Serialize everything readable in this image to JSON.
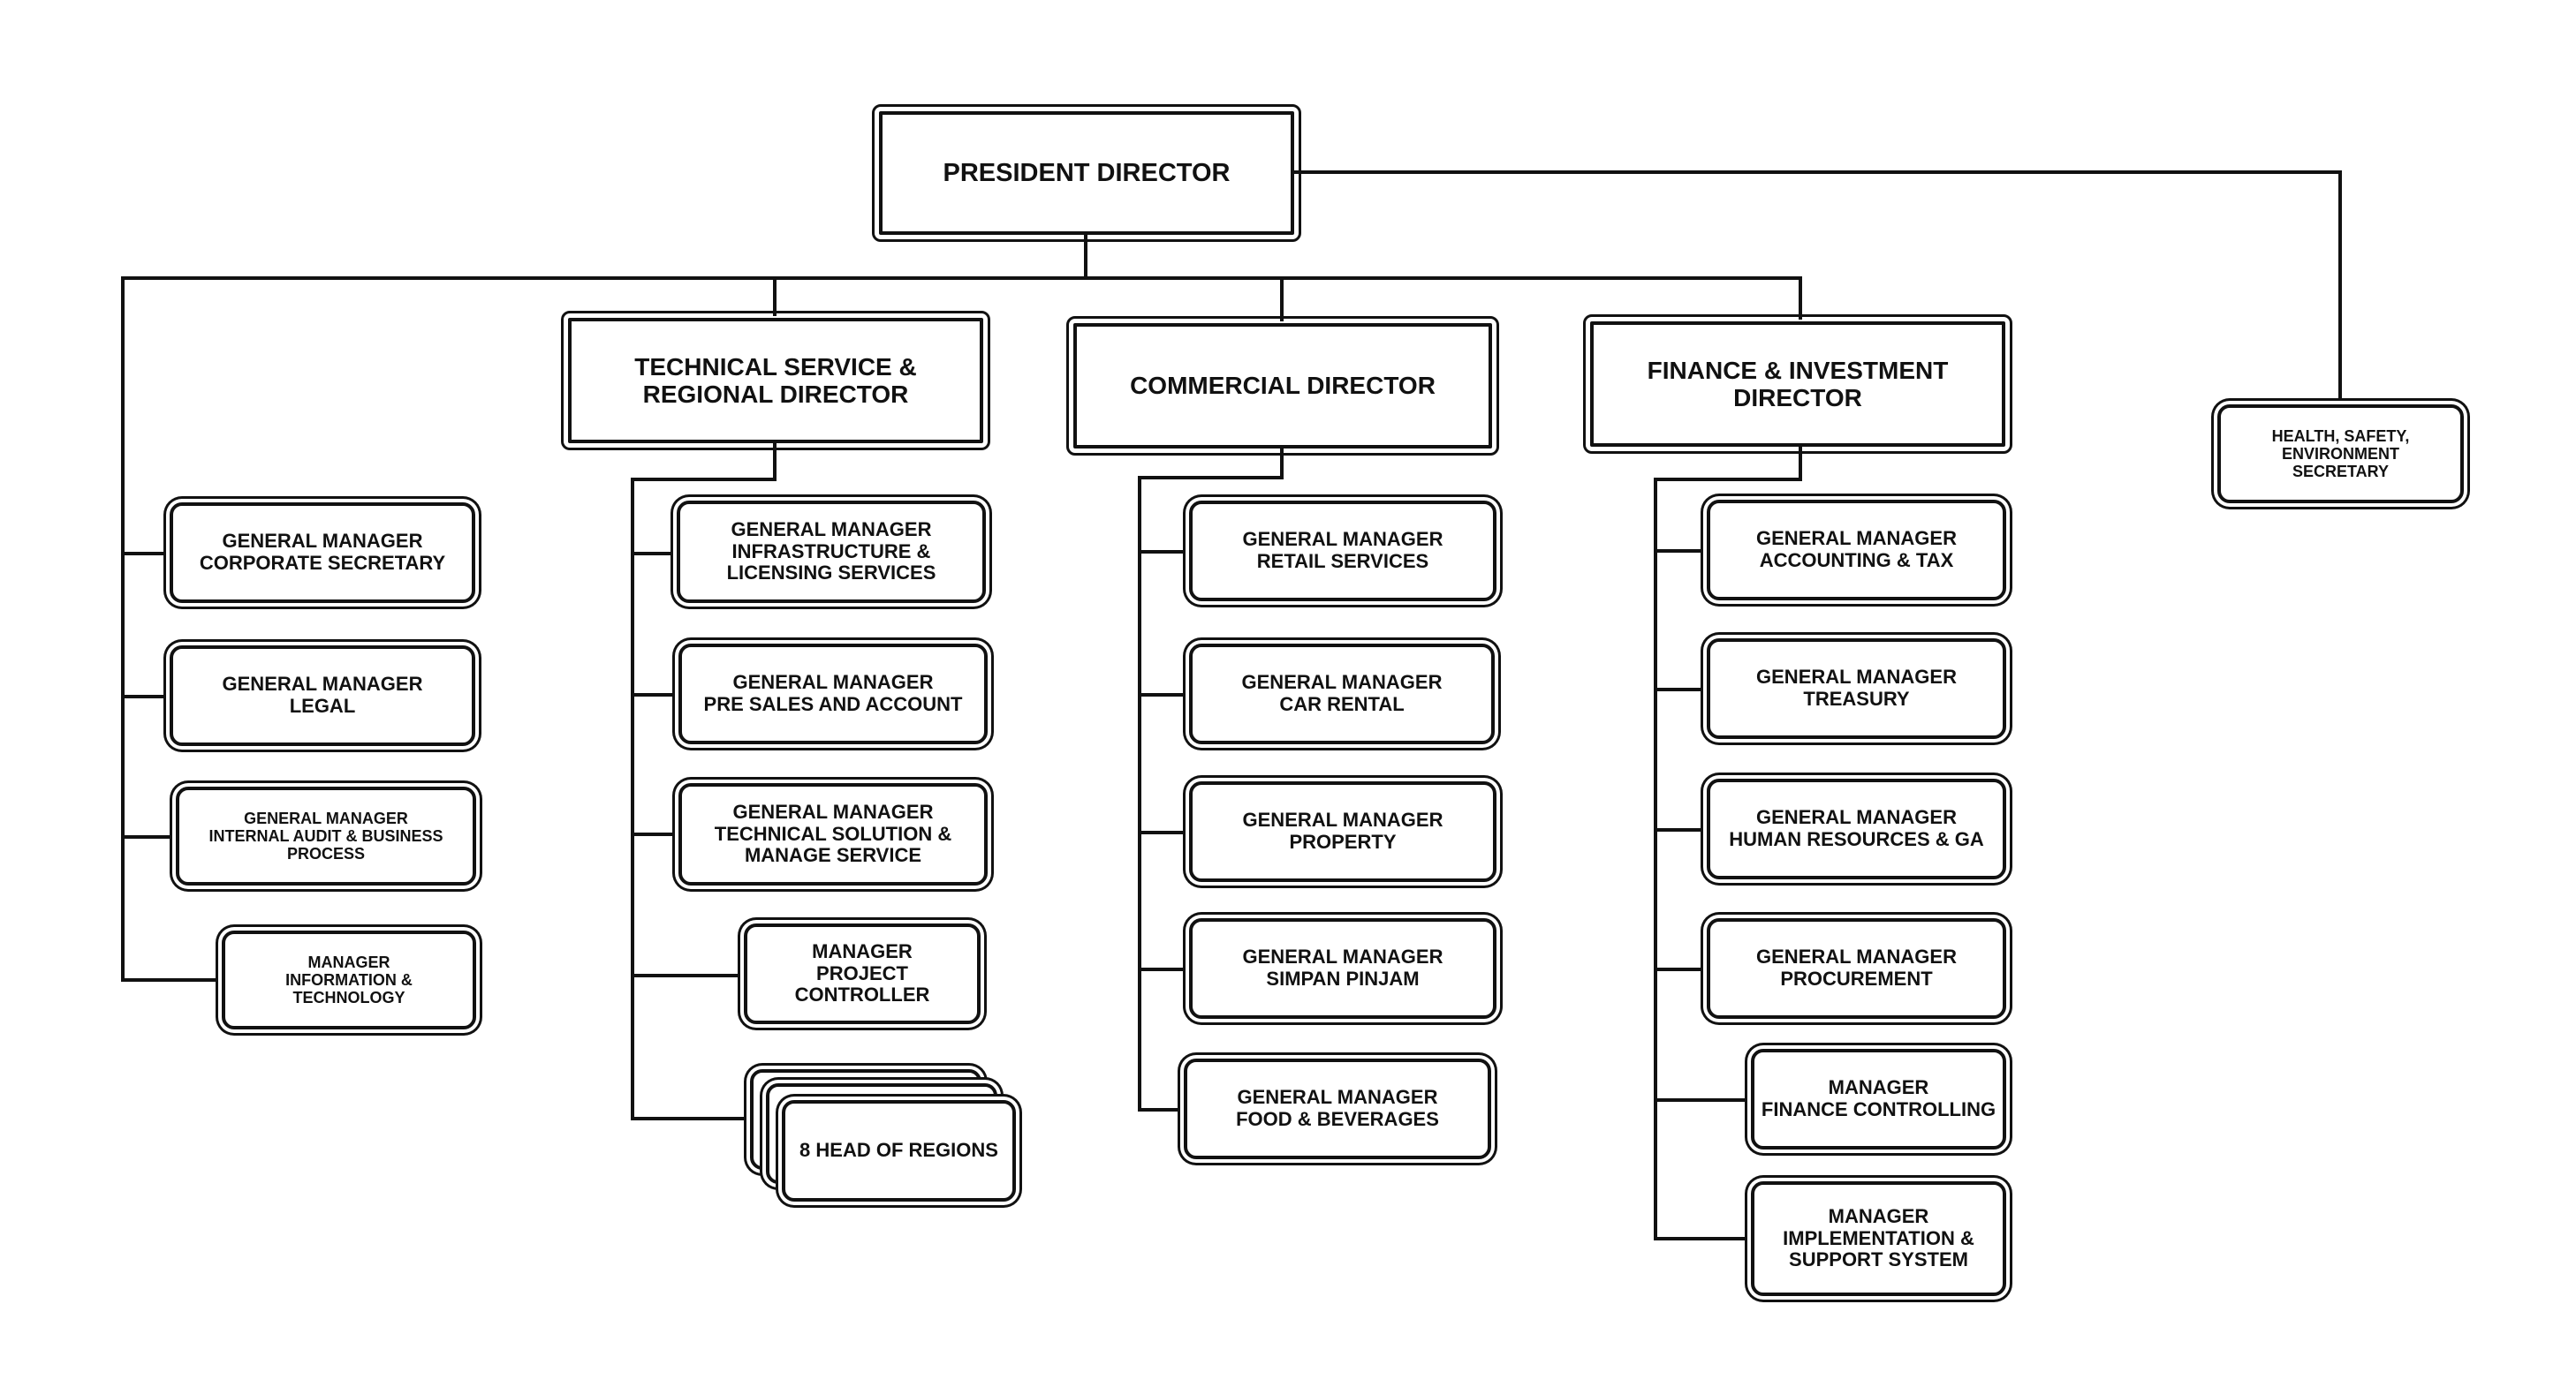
{
  "president": {
    "label": "PRESIDENT DIRECTOR"
  },
  "hse": {
    "label": "HEALTH, SAFETY,\nENVIRONMENT\nSECRETARY"
  },
  "directors": {
    "technical": "TECHNICAL SERVICE &\nREGIONAL DIRECTOR",
    "commercial": "COMMERCIAL DIRECTOR",
    "finance": "FINANCE & INVESTMENT\nDIRECTOR"
  },
  "president_office": [
    "GENERAL MANAGER\nCORPORATE SECRETARY",
    "GENERAL MANAGER\nLEGAL",
    "GENERAL MANAGER\nINTERNAL AUDIT & BUSINESS\nPROCESS",
    "MANAGER\nINFORMATION &\nTECHNOLOGY"
  ],
  "technical_units": [
    "GENERAL MANAGER\nINFRASTRUCTURE &\nLICENSING SERVICES",
    "GENERAL MANAGER\nPRE SALES AND ACCOUNT",
    "GENERAL MANAGER\nTECHNICAL SOLUTION &\nMANAGE SERVICE",
    "MANAGER\nPROJECT\nCONTROLLER",
    "8 HEAD OF REGIONS"
  ],
  "commercial_units": [
    "GENERAL MANAGER\nRETAIL SERVICES",
    "GENERAL MANAGER\nCAR RENTAL",
    "GENERAL MANAGER\nPROPERTY",
    "GENERAL MANAGER\nSIMPAN PINJAM",
    "GENERAL MANAGER\nFOOD & BEVERAGES"
  ],
  "finance_units": [
    "GENERAL MANAGER\nACCOUNTING & TAX",
    "GENERAL MANAGER\nTREASURY",
    "GENERAL MANAGER\nHUMAN RESOURCES & GA",
    "GENERAL MANAGER\nPROCUREMENT",
    "MANAGER\nFINANCE CONTROLLING",
    "MANAGER\nIMPLEMENTATION &\nSUPPORT SYSTEM"
  ]
}
